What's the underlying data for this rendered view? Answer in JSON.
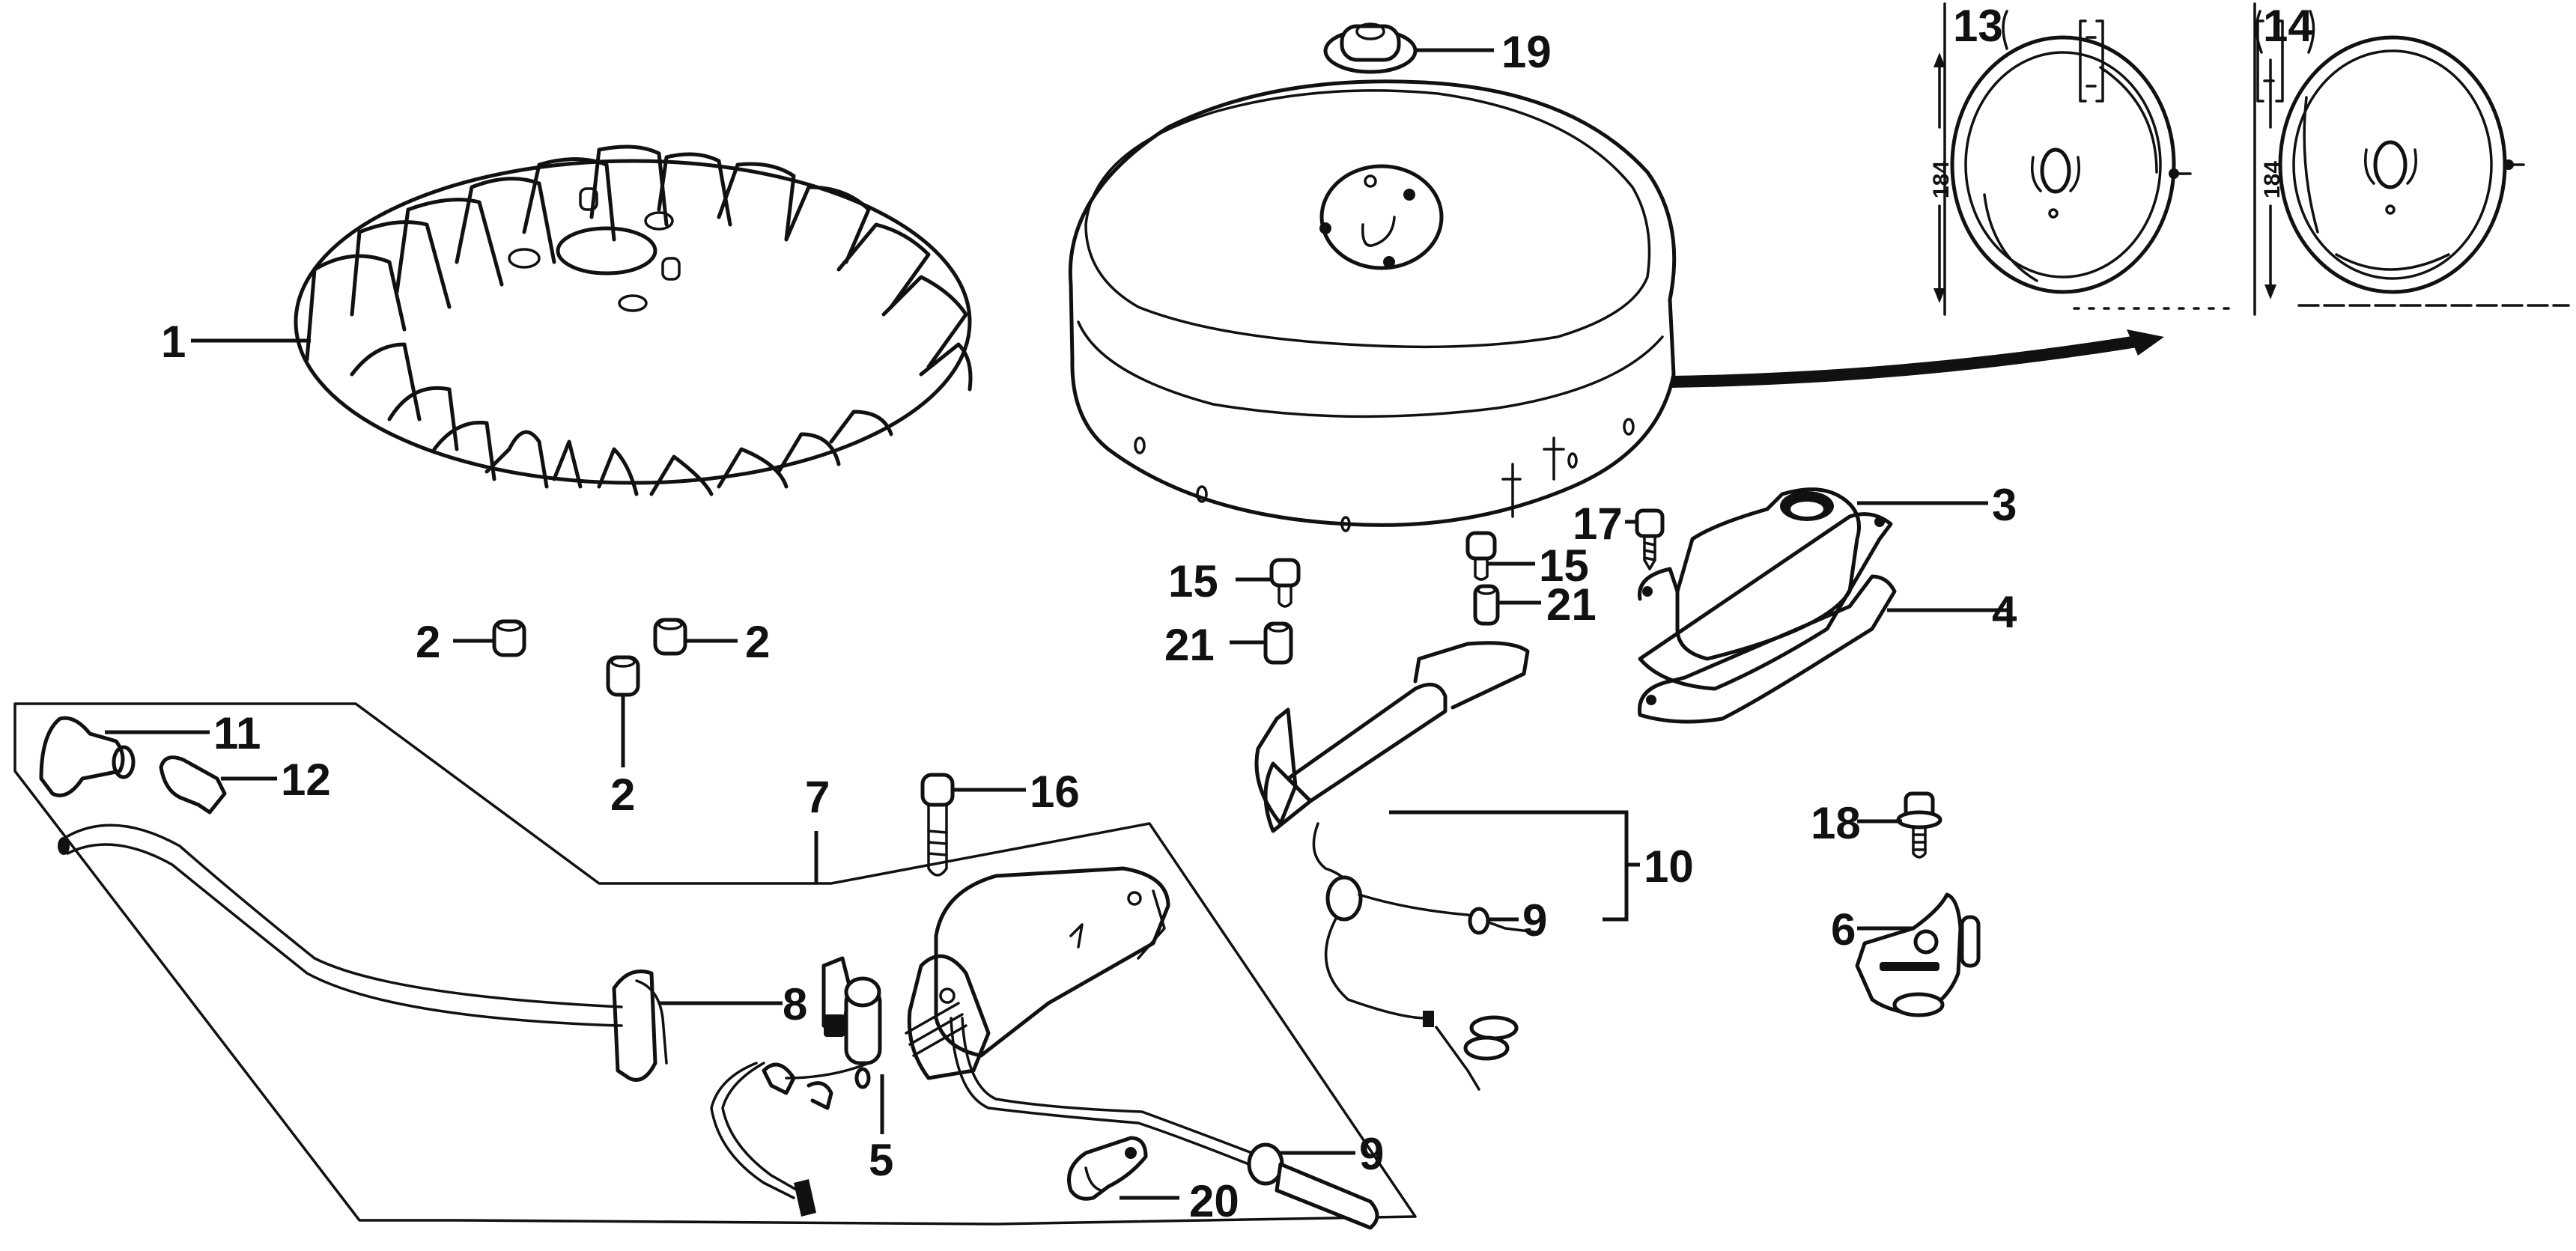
{
  "colors": {
    "ink": "#111111",
    "paper": "#ffffff"
  },
  "callouts": {
    "c1": "1",
    "c2a": "2",
    "c2b": "2",
    "c2c": "2",
    "c3": "3",
    "c4": "4",
    "c5": "5",
    "c6": "6",
    "c7": "7",
    "c8": "8",
    "c9a": "9",
    "c9b": "9",
    "c10": "10",
    "c11": "11",
    "c12": "12",
    "c13": "13",
    "c14": "14",
    "c15a": "15",
    "c15b": "15",
    "c16": "16",
    "c17": "17",
    "c18": "18",
    "c19": "19",
    "c20": "20",
    "c21a": "21",
    "c21b": "21"
  },
  "inset": {
    "dim13": "184",
    "dim14": "184"
  }
}
